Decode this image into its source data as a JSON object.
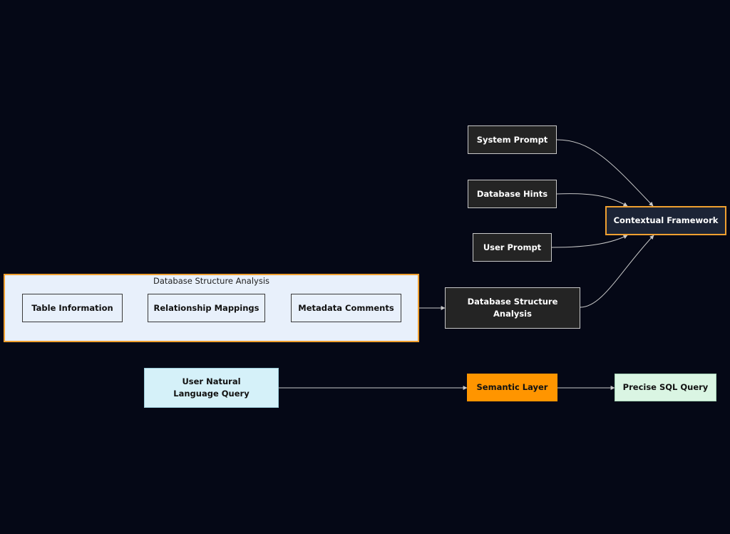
{
  "nodes": {
    "system_prompt": "System Prompt",
    "database_hints": "Database Hints",
    "user_prompt": "User Prompt",
    "contextual_framework": "Contextual Framework",
    "db_structure_analysis_node": "Database Structure Analysis",
    "user_nl_query": "User Natural Language Query",
    "semantic_layer": "Semantic Layer",
    "precise_sql_query": "Precise SQL Query"
  },
  "cluster": {
    "title": "Database Structure Analysis",
    "items": [
      "Table Information",
      "Relationship Mappings",
      "Metadata Comments"
    ]
  },
  "colors": {
    "background": "#050816",
    "dark_node": "#242424",
    "framework_fill": "#1c2436",
    "cluster_border": "#f0a030",
    "cluster_fill": "#e8f0fb",
    "semantic_layer": "#ff9500",
    "sql_output": "#daf5e3",
    "nl_query": "#d5f1f9",
    "edge": "#c8c8c8"
  }
}
